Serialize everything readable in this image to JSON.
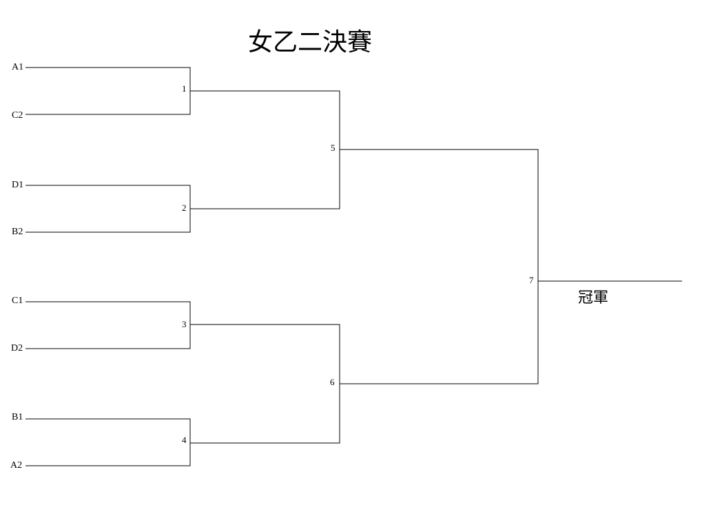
{
  "title": "女乙二決賽",
  "champion_label": "冠軍",
  "seeds": [
    "A1",
    "C2",
    "D1",
    "B2",
    "C1",
    "D2",
    "B1",
    "A2"
  ],
  "matches": [
    "1",
    "2",
    "3",
    "4",
    "5",
    "6",
    "7"
  ]
}
